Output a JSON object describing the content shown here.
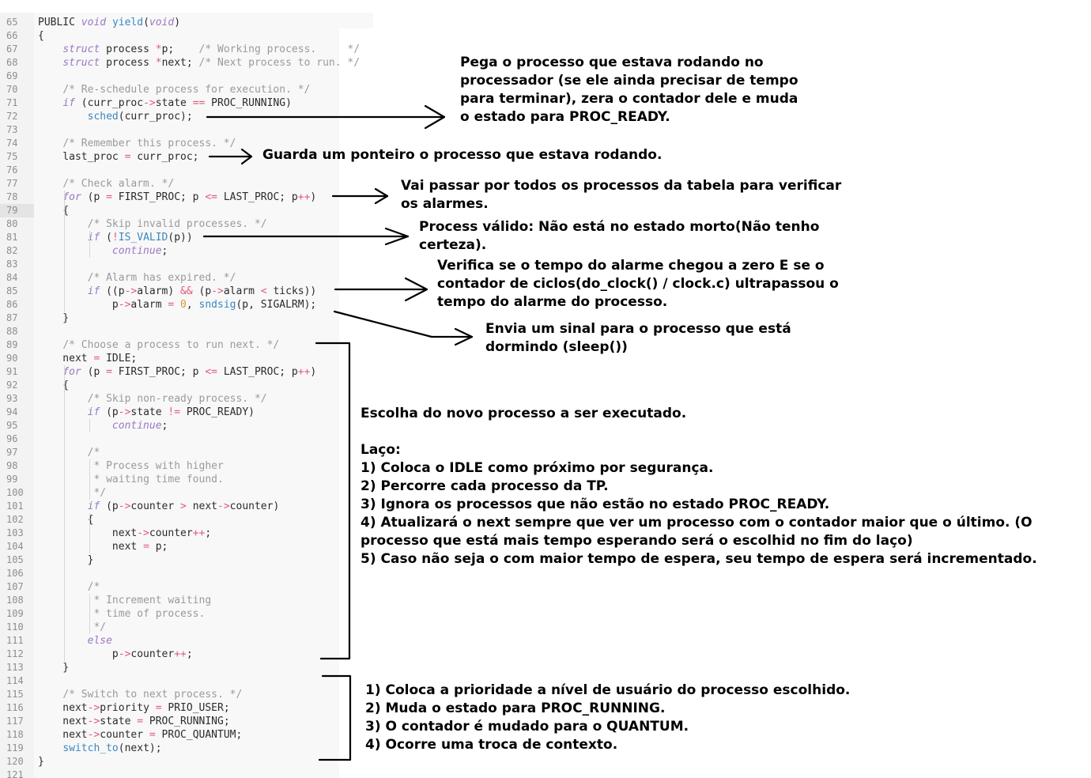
{
  "editor": {
    "lines": [
      {
        "n": "65",
        "tokens": [
          [
            "ma",
            "PUBLIC "
          ],
          [
            "kw",
            "void"
          ],
          [
            "pl",
            " "
          ],
          [
            "fn",
            "yield"
          ],
          [
            "pl",
            "("
          ],
          [
            "kw",
            "void"
          ],
          [
            "pl",
            ")"
          ]
        ]
      },
      {
        "n": "66",
        "tokens": [
          [
            "pl",
            "{"
          ]
        ]
      },
      {
        "n": "67",
        "tokens": [
          [
            "pl",
            "    "
          ],
          [
            "kw",
            "struct"
          ],
          [
            "pl",
            " process "
          ],
          [
            "op",
            "*"
          ],
          [
            "pl",
            "p;    "
          ],
          [
            "cm",
            "/* Working process.     */"
          ]
        ]
      },
      {
        "n": "68",
        "tokens": [
          [
            "pl",
            "    "
          ],
          [
            "kw",
            "struct"
          ],
          [
            "pl",
            " process "
          ],
          [
            "op",
            "*"
          ],
          [
            "pl",
            "next; "
          ],
          [
            "cm",
            "/* Next process to run. */"
          ]
        ]
      },
      {
        "n": "69",
        "tokens": []
      },
      {
        "n": "70",
        "tokens": [
          [
            "pl",
            "    "
          ],
          [
            "cm",
            "/* Re-schedule process for execution. */"
          ]
        ]
      },
      {
        "n": "71",
        "tokens": [
          [
            "pl",
            "    "
          ],
          [
            "kw",
            "if"
          ],
          [
            "pl",
            " (curr_proc"
          ],
          [
            "op",
            "->"
          ],
          [
            "pl",
            "state "
          ],
          [
            "op",
            "=="
          ],
          [
            "pl",
            " PROC_RUNNING)"
          ]
        ]
      },
      {
        "n": "72",
        "tokens": [
          [
            "pl",
            "        "
          ],
          [
            "fn",
            "sched"
          ],
          [
            "pl",
            "(curr_proc);"
          ]
        ]
      },
      {
        "n": "73",
        "tokens": []
      },
      {
        "n": "74",
        "tokens": [
          [
            "pl",
            "    "
          ],
          [
            "cm",
            "/* Remember this process. */"
          ]
        ]
      },
      {
        "n": "75",
        "tokens": [
          [
            "pl",
            "    last_proc "
          ],
          [
            "op",
            "="
          ],
          [
            "pl",
            " curr_proc;"
          ]
        ]
      },
      {
        "n": "76",
        "tokens": []
      },
      {
        "n": "77",
        "tokens": [
          [
            "pl",
            "    "
          ],
          [
            "cm",
            "/* Check alarm. */"
          ]
        ]
      },
      {
        "n": "78",
        "tokens": [
          [
            "pl",
            "    "
          ],
          [
            "kw",
            "for"
          ],
          [
            "pl",
            " (p "
          ],
          [
            "op",
            "="
          ],
          [
            "pl",
            " FIRST_PROC; p "
          ],
          [
            "op",
            "<="
          ],
          [
            "pl",
            " LAST_PROC; p"
          ],
          [
            "op",
            "++"
          ],
          [
            "pl",
            ")"
          ]
        ]
      },
      {
        "n": "79",
        "tokens": [
          [
            "pl",
            "    {"
          ]
        ]
      },
      {
        "n": "80",
        "tokens": [
          [
            "pl",
            "        "
          ],
          [
            "cm",
            "/* Skip invalid processes. */"
          ]
        ]
      },
      {
        "n": "81",
        "tokens": [
          [
            "pl",
            "        "
          ],
          [
            "kw",
            "if"
          ],
          [
            "pl",
            " ("
          ],
          [
            "op",
            "!"
          ],
          [
            "fn",
            "IS_VALID"
          ],
          [
            "pl",
            "(p))"
          ]
        ]
      },
      {
        "n": "82",
        "tokens": [
          [
            "pl",
            "            "
          ],
          [
            "kw",
            "continue"
          ],
          [
            "pl",
            ";"
          ]
        ]
      },
      {
        "n": "83",
        "tokens": []
      },
      {
        "n": "84",
        "tokens": [
          [
            "pl",
            "        "
          ],
          [
            "cm",
            "/* Alarm has expired. */"
          ]
        ]
      },
      {
        "n": "85",
        "tokens": [
          [
            "pl",
            "        "
          ],
          [
            "kw",
            "if"
          ],
          [
            "pl",
            " ((p"
          ],
          [
            "op",
            "->"
          ],
          [
            "pl",
            "alarm) "
          ],
          [
            "op",
            "&&"
          ],
          [
            "pl",
            " (p"
          ],
          [
            "op",
            "->"
          ],
          [
            "pl",
            "alarm "
          ],
          [
            "op",
            "<"
          ],
          [
            "pl",
            " ticks))"
          ]
        ]
      },
      {
        "n": "86",
        "tokens": [
          [
            "pl",
            "            p"
          ],
          [
            "op",
            "->"
          ],
          [
            "pl",
            "alarm "
          ],
          [
            "op",
            "="
          ],
          [
            "pl",
            " "
          ],
          [
            "nm",
            "0"
          ],
          [
            "pl",
            ", "
          ],
          [
            "fn",
            "sndsig"
          ],
          [
            "pl",
            "(p, SIGALRM);"
          ]
        ]
      },
      {
        "n": "87",
        "tokens": [
          [
            "pl",
            "    }"
          ]
        ]
      },
      {
        "n": "88",
        "tokens": []
      },
      {
        "n": "89",
        "tokens": [
          [
            "pl",
            "    "
          ],
          [
            "cm",
            "/* Choose a process to run next. */"
          ]
        ]
      },
      {
        "n": "90",
        "tokens": [
          [
            "pl",
            "    next "
          ],
          [
            "op",
            "="
          ],
          [
            "pl",
            " IDLE;"
          ]
        ]
      },
      {
        "n": "91",
        "tokens": [
          [
            "pl",
            "    "
          ],
          [
            "kw",
            "for"
          ],
          [
            "pl",
            " (p "
          ],
          [
            "op",
            "="
          ],
          [
            "pl",
            " FIRST_PROC; p "
          ],
          [
            "op",
            "<="
          ],
          [
            "pl",
            " LAST_PROC; p"
          ],
          [
            "op",
            "++"
          ],
          [
            "pl",
            ")"
          ]
        ]
      },
      {
        "n": "92",
        "tokens": [
          [
            "pl",
            "    {"
          ]
        ]
      },
      {
        "n": "93",
        "tokens": [
          [
            "pl",
            "        "
          ],
          [
            "cm",
            "/* Skip non-ready process. */"
          ]
        ]
      },
      {
        "n": "94",
        "tokens": [
          [
            "pl",
            "        "
          ],
          [
            "kw",
            "if"
          ],
          [
            "pl",
            " (p"
          ],
          [
            "op",
            "->"
          ],
          [
            "pl",
            "state "
          ],
          [
            "op",
            "!="
          ],
          [
            "pl",
            " PROC_READY)"
          ]
        ]
      },
      {
        "n": "95",
        "tokens": [
          [
            "pl",
            "            "
          ],
          [
            "kw",
            "continue"
          ],
          [
            "pl",
            ";"
          ]
        ]
      },
      {
        "n": "96",
        "tokens": []
      },
      {
        "n": "97",
        "tokens": [
          [
            "pl",
            "        "
          ],
          [
            "cm",
            "/*"
          ]
        ]
      },
      {
        "n": "98",
        "tokens": [
          [
            "pl",
            "        "
          ],
          [
            "cm",
            " * Process with higher"
          ]
        ]
      },
      {
        "n": "99",
        "tokens": [
          [
            "pl",
            "        "
          ],
          [
            "cm",
            " * waiting time found."
          ]
        ]
      },
      {
        "n": "100",
        "tokens": [
          [
            "pl",
            "        "
          ],
          [
            "cm",
            " */"
          ]
        ]
      },
      {
        "n": "101",
        "tokens": [
          [
            "pl",
            "        "
          ],
          [
            "kw",
            "if"
          ],
          [
            "pl",
            " (p"
          ],
          [
            "op",
            "->"
          ],
          [
            "pl",
            "counter "
          ],
          [
            "op",
            ">"
          ],
          [
            "pl",
            " next"
          ],
          [
            "op",
            "->"
          ],
          [
            "pl",
            "counter)"
          ]
        ]
      },
      {
        "n": "102",
        "tokens": [
          [
            "pl",
            "        {"
          ]
        ]
      },
      {
        "n": "103",
        "tokens": [
          [
            "pl",
            "            next"
          ],
          [
            "op",
            "->"
          ],
          [
            "pl",
            "counter"
          ],
          [
            "op",
            "++"
          ],
          [
            "pl",
            ";"
          ]
        ]
      },
      {
        "n": "104",
        "tokens": [
          [
            "pl",
            "            next "
          ],
          [
            "op",
            "="
          ],
          [
            "pl",
            " p;"
          ]
        ]
      },
      {
        "n": "105",
        "tokens": [
          [
            "pl",
            "        }"
          ]
        ]
      },
      {
        "n": "106",
        "tokens": []
      },
      {
        "n": "107",
        "tokens": [
          [
            "pl",
            "        "
          ],
          [
            "cm",
            "/*"
          ]
        ]
      },
      {
        "n": "108",
        "tokens": [
          [
            "pl",
            "        "
          ],
          [
            "cm",
            " * Increment waiting"
          ]
        ]
      },
      {
        "n": "109",
        "tokens": [
          [
            "pl",
            "        "
          ],
          [
            "cm",
            " * time of process."
          ]
        ]
      },
      {
        "n": "110",
        "tokens": [
          [
            "pl",
            "        "
          ],
          [
            "cm",
            " */"
          ]
        ]
      },
      {
        "n": "111",
        "tokens": [
          [
            "pl",
            "        "
          ],
          [
            "kw",
            "else"
          ]
        ]
      },
      {
        "n": "112",
        "tokens": [
          [
            "pl",
            "            p"
          ],
          [
            "op",
            "->"
          ],
          [
            "pl",
            "counter"
          ],
          [
            "op",
            "++"
          ],
          [
            "pl",
            ";"
          ]
        ]
      },
      {
        "n": "113",
        "tokens": [
          [
            "pl",
            "    }"
          ]
        ]
      },
      {
        "n": "114",
        "tokens": []
      },
      {
        "n": "115",
        "tokens": [
          [
            "pl",
            "    "
          ],
          [
            "cm",
            "/* Switch to next process. */"
          ]
        ]
      },
      {
        "n": "116",
        "tokens": [
          [
            "pl",
            "    next"
          ],
          [
            "op",
            "->"
          ],
          [
            "pl",
            "priority "
          ],
          [
            "op",
            "="
          ],
          [
            "pl",
            " PRIO_USER;"
          ]
        ]
      },
      {
        "n": "117",
        "tokens": [
          [
            "pl",
            "    next"
          ],
          [
            "op",
            "->"
          ],
          [
            "pl",
            "state "
          ],
          [
            "op",
            "="
          ],
          [
            "pl",
            " PROC_RUNNING;"
          ]
        ]
      },
      {
        "n": "118",
        "tokens": [
          [
            "pl",
            "    next"
          ],
          [
            "op",
            "->"
          ],
          [
            "pl",
            "counter "
          ],
          [
            "op",
            "="
          ],
          [
            "pl",
            " PROC_QUANTUM;"
          ]
        ]
      },
      {
        "n": "119",
        "tokens": [
          [
            "pl",
            "    "
          ],
          [
            "fn",
            "switch_to"
          ],
          [
            "pl",
            "(next);"
          ]
        ]
      },
      {
        "n": "120",
        "tokens": [
          [
            "pl",
            "}"
          ]
        ]
      },
      {
        "n": "121",
        "tokens": []
      }
    ]
  },
  "notes": {
    "resched": [
      "Pega o processo que estava rodando no",
      "processador (se ele ainda precisar de tempo",
      "para terminar), zera o contador dele e muda",
      "o estado para PROC_READY."
    ],
    "remember": [
      "Guarda um ponteiro o processo que estava rodando."
    ],
    "check_alarm": [
      "Vai passar por todos os processos da tabela para verificar",
      "os alarmes."
    ],
    "valid": [
      "Process válido: Não está no estado morto(Não tenho",
      "certeza)."
    ],
    "alarm_expired": [
      "Verifica se o tempo do alarme chegou a zero E se o",
      "contador de ciclos(do_clock() / clock.c) ultrapassou o",
      "tempo do alarme do processo."
    ],
    "sndsig": [
      "Envia um sinal para o processo que está",
      "dormindo (sleep())"
    ],
    "choose": [
      "Escolha do novo processo a ser executado.",
      "",
      "Laço:",
      "1) Coloca o IDLE como próximo por segurança.",
      "2) Percorre cada processo da TP.",
      "3) Ignora os processos que não estão no estado PROC_READY.",
      "4) Atualizará o next sempre que ver um processo com o contador maior que o último. (O",
      "processo que está mais tempo esperando será o escolhid no fim do laço)",
      "5) Caso não seja o com maior tempo de espera, seu tempo de espera será incrementado."
    ],
    "switch": [
      "1) Coloca a prioridade a nível de usuário do processo escolhido.",
      "2) Muda o estado para PROC_RUNNING.",
      "3) O contador é mudado para o QUANTUM.",
      "4) Ocorre uma troca de contexto."
    ]
  },
  "colors": {
    "keyword": "#9b78c4",
    "function": "#3a88c0",
    "operator": "#e25a7a",
    "comment": "#9a9a9a",
    "number": "#d19a3a",
    "text": "#2b2b2b",
    "line_number": "#8e8e8e"
  }
}
